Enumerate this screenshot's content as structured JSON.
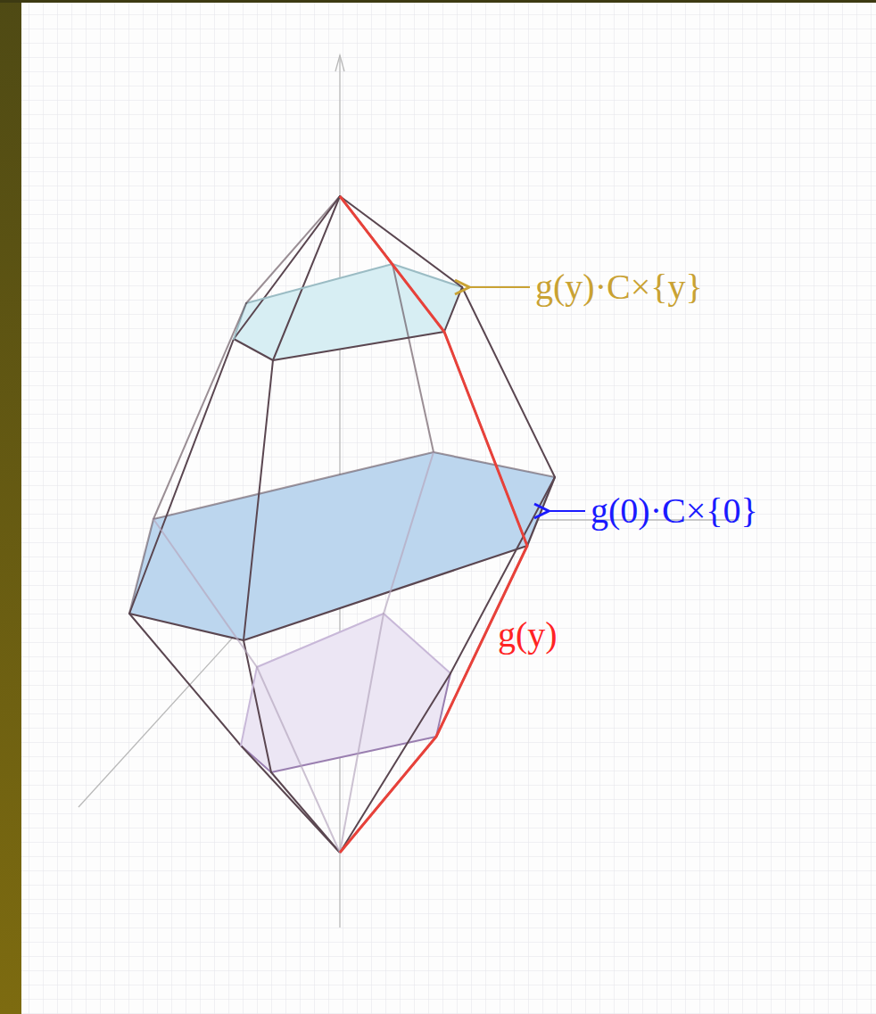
{
  "diagram": {
    "labels": [
      "g(y)·C×{y}",
      "g(0)·C×{0}",
      "g(y)"
    ]
  }
}
